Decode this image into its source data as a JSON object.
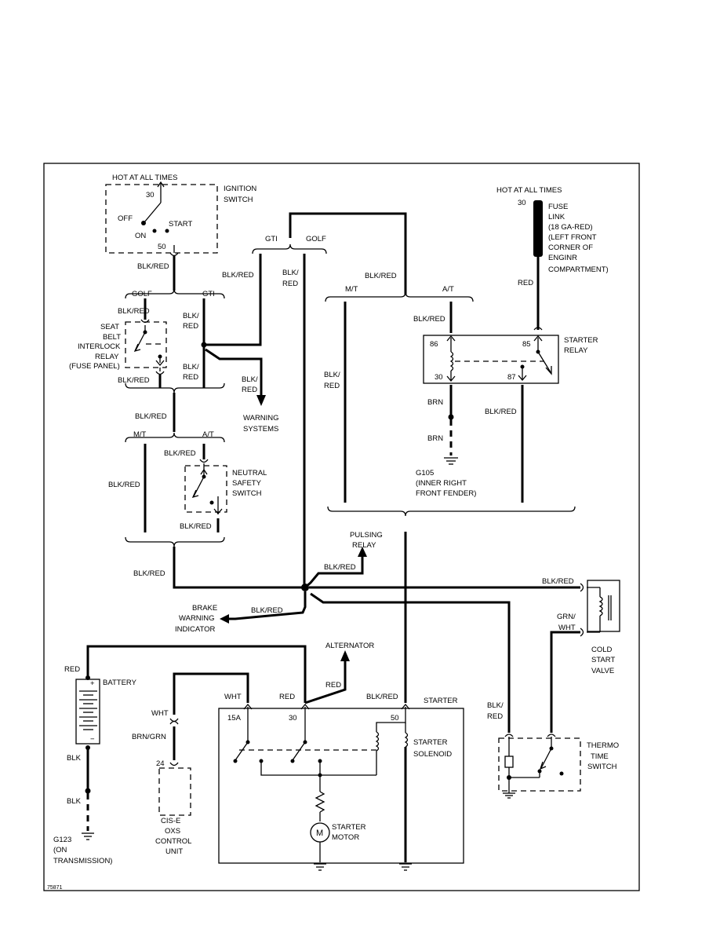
{
  "figure_id": "75871",
  "ignition": {
    "hot_label": "HOT AT ALL TIMES",
    "term_30": "30",
    "term_50": "50",
    "off": "OFF",
    "on": "ON",
    "start": "START",
    "name_1": "IGNITION",
    "name_2": "SWITCH"
  },
  "seatbelt": {
    "l1": "SEAT",
    "l2": "BELT",
    "l3": "INTERLOCK",
    "l4": "RELAY",
    "l5": "(FUSE PANEL)"
  },
  "neutral": {
    "l1": "NEUTRAL",
    "l2": "SAFETY",
    "l3": "SWITCH"
  },
  "warning": {
    "l1": "WARNING",
    "l2": "SYSTEMS"
  },
  "fuse": {
    "hot_label": "HOT AT ALL TIMES",
    "term_30": "30",
    "l1": "FUSE",
    "l2": "LINK",
    "l3": "(18 GA-RED)",
    "l4": "(LEFT FRONT",
    "l5": "CORNER OF",
    "l6": "ENGINR",
    "l7": "COMPARTMENT)"
  },
  "starter_relay": {
    "l1": "STARTER",
    "l2": "RELAY",
    "t86": "86",
    "t85": "85",
    "t30": "30",
    "t87": "87"
  },
  "ground_g105": {
    "l1": "G105",
    "l2": "(INNER RIGHT",
    "l3": "FRONT FENDER)"
  },
  "pulsing": {
    "l1": "PULSING",
    "l2": "RELAY"
  },
  "brake": {
    "l1": "BRAKE",
    "l2": "WARNING",
    "l3": "INDICATOR"
  },
  "cold_start": {
    "l1": "COLD",
    "l2": "START",
    "l3": "VALVE"
  },
  "thermo": {
    "l1": "THERMO",
    "l2": "TIME",
    "l3": "SWITCH"
  },
  "battery": {
    "name": "BATTERY",
    "plus": "+",
    "minus": "−"
  },
  "ground_g123": {
    "l1": "G123",
    "l2": "(ON",
    "l3": "TRANSMISSION)"
  },
  "alternator": "ALTERNATOR",
  "cise": {
    "term": "24",
    "l1": "CIS-E",
    "l2": "OXS",
    "l3": "CONTROL",
    "l4": "UNIT"
  },
  "starter": {
    "name": "STARTER",
    "t15a": "15A",
    "t30": "30",
    "t50": "50",
    "solenoid_1": "STARTER",
    "solenoid_2": "SOLENOID",
    "motor_1": "STARTER",
    "motor_2": "MOTOR",
    "motor_symbol": "M"
  },
  "option": {
    "golf": "GOLF",
    "gti": "GTI",
    "mt": "M/T",
    "at": "A/T"
  },
  "wire": {
    "blk_red": "BLK/RED",
    "blk_red_split_1": "BLK/",
    "blk_red_split_2": "RED",
    "red": "RED",
    "brn": "BRN",
    "wht": "WHT",
    "brn_grn": "BRN/GRN",
    "blk": "BLK",
    "grn_wht_1": "GRN/",
    "grn_wht_2": "WHT"
  }
}
